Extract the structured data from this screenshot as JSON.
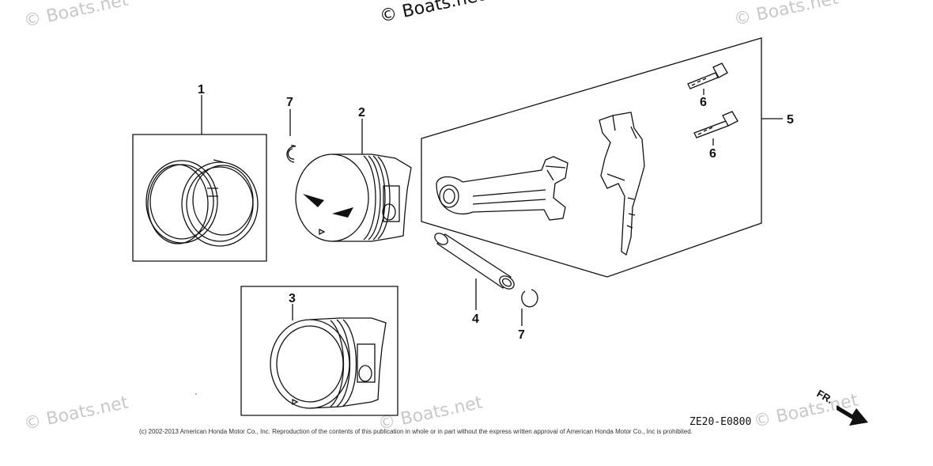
{
  "watermarks": {
    "top_center": "© Boats.net",
    "top_left": "© Boats.net",
    "top_right": "© Boats.net",
    "bottom_left": "© Boats.net",
    "bottom_center": "© Boats.net",
    "bottom_right": "© Boats.net"
  },
  "callouts": {
    "piston_ring_set": "1",
    "piston": "2",
    "piston_oversize": "3",
    "piston_pin": "4",
    "connecting_rod_set": "5",
    "rod_bolt_upper": "6",
    "rod_bolt_lower": "6",
    "pin_clip_upper": "7",
    "pin_clip_lower": "7"
  },
  "diagram_code": "ZE20-E0800",
  "direction_label": "FR.",
  "copyright": "(c) 2002-2013 American Honda Motor Co., Inc. Reproduction of the contents of this publication in whole or in part without the express written approval of American Honda Motor Co., Inc is prohibited.",
  "colors": {
    "line": "#111111",
    "watermark": "#c8c8c8",
    "background": "#ffffff"
  },
  "icons": {
    "direction_arrow": "forward-arrow-icon"
  }
}
